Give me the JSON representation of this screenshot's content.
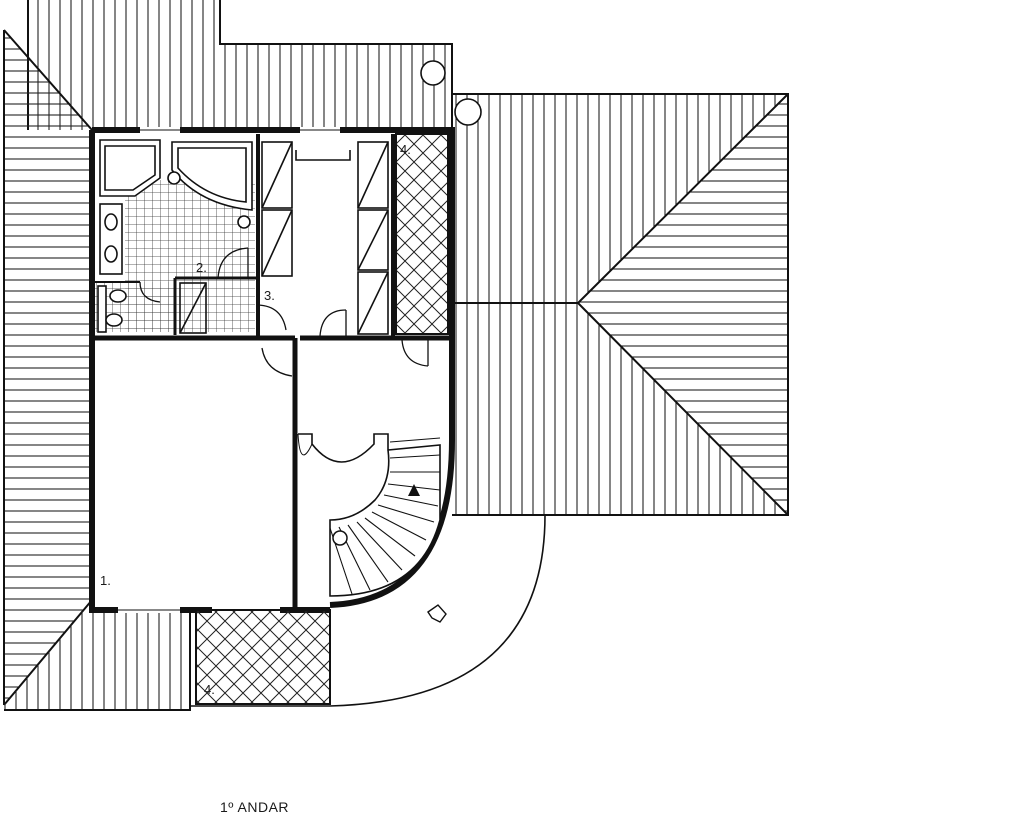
{
  "plan": {
    "title": "1º ANDAR",
    "room_labels": {
      "room_1": "1.",
      "room_2": "2.",
      "room_3": "3.",
      "terrace_top": "4.",
      "terrace_bottom": "4."
    }
  }
}
